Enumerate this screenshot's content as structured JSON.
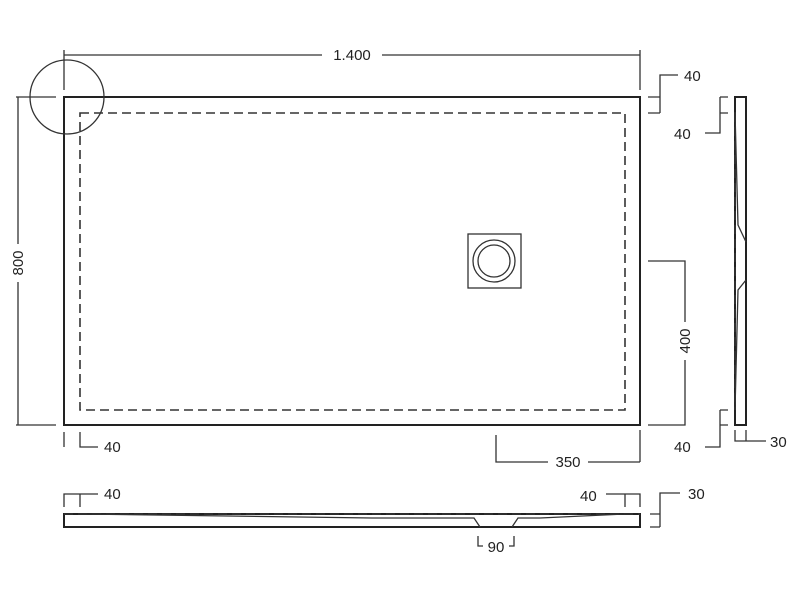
{
  "dimensions": {
    "length": "1.400",
    "width": "800",
    "edge_top_right": "40",
    "side_top": "40",
    "drain_from_bottom": "400",
    "side_bottom": "40",
    "side_thickness": "30",
    "edge_bottom_left": "40",
    "drain_from_right": "350",
    "front_left": "40",
    "front_right": "40",
    "front_thickness": "30",
    "drain_width": "90"
  }
}
